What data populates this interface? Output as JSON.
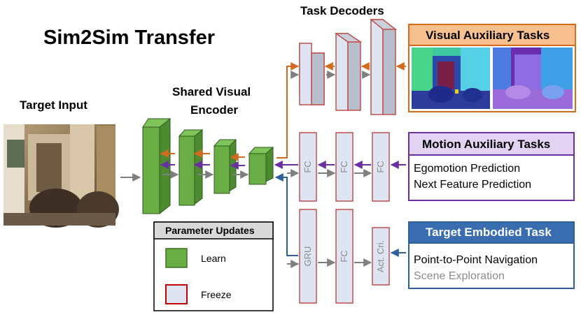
{
  "title": "Sim2Sim Transfer",
  "target_input_label": "Target Input",
  "encoder_label_line1": "Shared Visual",
  "encoder_label_line2": "Encoder",
  "decoders_label": "Task Decoders",
  "visual_aux": {
    "title": "Visual Auxiliary Tasks"
  },
  "motion_aux": {
    "title": "Motion Auxiliary Tasks",
    "items": [
      "Egomotion Prediction",
      "Next Feature Prediction"
    ]
  },
  "target_task": {
    "title": "Target Embodied Task",
    "items": [
      "Point-to-Point Navigation",
      "Scene Exploration"
    ]
  },
  "legend": {
    "title": "Parameter Updates",
    "learn": "Learn",
    "freeze": "Freeze"
  },
  "motion_blocks": [
    "FC",
    "FC",
    "FC"
  ],
  "target_blocks": [
    "GRU",
    "FC",
    "Act. Cri."
  ],
  "colors": {
    "visual": "#d46a1e",
    "visual_header": "#f6c08f",
    "motion": "#6b2fa3",
    "motion_header": "#e2d3f3",
    "target": "#2e5f9e",
    "target_header": "#3a6db0",
    "learn_fill": "#6aad45",
    "freeze_fill": "#dfe4f2",
    "freeze_border": "#c0504d"
  }
}
